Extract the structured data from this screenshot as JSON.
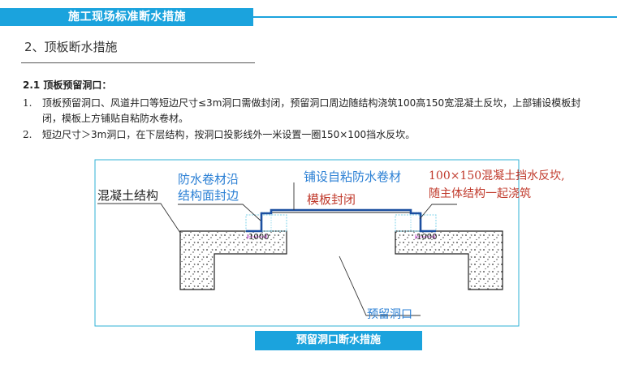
{
  "header": {
    "title": "施工现场标准断水措施"
  },
  "section": {
    "title": "2、顶板断水措施"
  },
  "subsection": {
    "heading": "2.1 顶板预留洞口："
  },
  "items": [
    {
      "num": "1.",
      "text": "顶板预留洞口、风道井口等短边尺寸≤3m洞口需做封闭，预留洞口周边随结构浇筑100高150宽混凝土反坎，上部铺设模板封闭，模板上方铺贴自粘防水卷材。"
    },
    {
      "num": "2.",
      "text": "短边尺寸＞3m洞口，在下层结构，按洞口投影线外一米设置一圈150×100挡水反坎。"
    }
  ],
  "diagram": {
    "label_concrete": "混凝土结构",
    "label_waterproof_line1": "防水卷材沿",
    "label_waterproof_line2": "结构面封边",
    "label_membrane": "铺设自粘防水卷材",
    "label_formwork": "模板封闭",
    "label_curb_line1": "100×150混凝土挡水反坎,",
    "label_curb_line2": "随主体结构一起浇筑",
    "label_opening": "预留洞口",
    "dim_left": "1000",
    "dim_right": "1000",
    "caption": "预留洞口断水措施",
    "colors": {
      "accent": "#1ba3dd",
      "frame": "#2fb1d6",
      "label_blue": "#2a7fd4",
      "label_red": "#c0392b",
      "membrane": "#1c4fa0",
      "leader": "#333333"
    }
  }
}
